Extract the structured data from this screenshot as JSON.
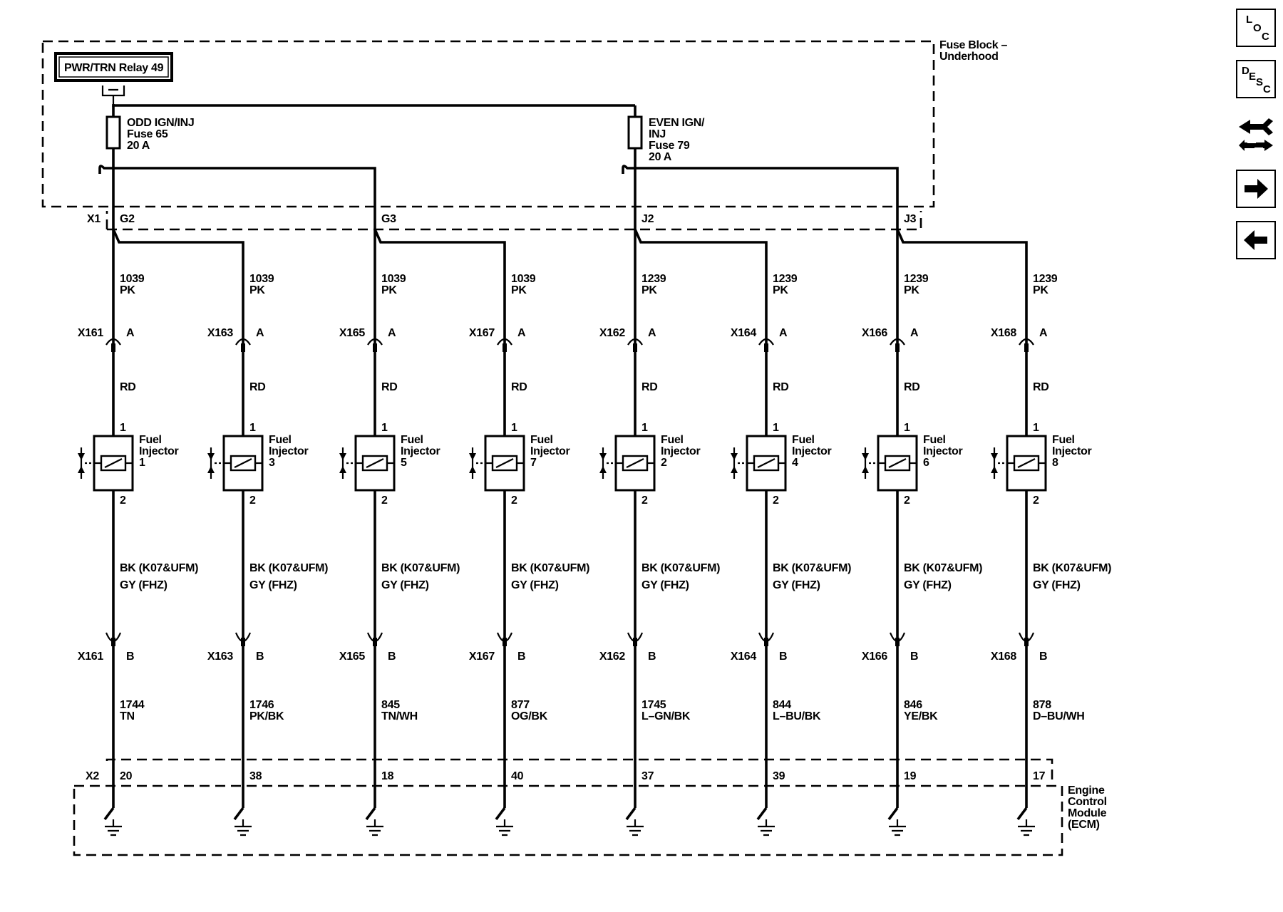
{
  "fuse_block": {
    "title_line1": "Fuse Block –",
    "title_line2": "Underhood"
  },
  "relay": {
    "label": "PWR/TRN Relay 49"
  },
  "fuses": [
    {
      "lines": [
        "ODD IGN/INJ",
        "Fuse 65",
        "20 A"
      ]
    },
    {
      "lines": [
        "EVEN IGN/",
        "INJ",
        "Fuse 79",
        "20 A"
      ]
    }
  ],
  "connectors": {
    "x1": "X1",
    "x2": "X2"
  },
  "x1_pins": [
    "G2",
    "G3",
    "J2",
    "J3"
  ],
  "ecm": {
    "lines": [
      "Engine",
      "Control",
      "Module",
      "(ECM)"
    ]
  },
  "injectors": [
    {
      "feed_circuit": "1039",
      "feed_color": "PK",
      "conn_a": "X161",
      "pin_a": "A",
      "wire_mid": "RD",
      "pin1": "1",
      "label": [
        "Fuel",
        "Injector",
        "1"
      ],
      "pin2": "2",
      "ret_color_1": "BK (K07&UFM)",
      "ret_color_2": "GY (FHZ)",
      "conn_b": "X161",
      "pin_b": "B",
      "ret_circuit": "1744",
      "ret_color": "TN",
      "ecm_pin": "20"
    },
    {
      "feed_circuit": "1039",
      "feed_color": "PK",
      "conn_a": "X163",
      "pin_a": "A",
      "wire_mid": "RD",
      "pin1": "1",
      "label": [
        "Fuel",
        "Injector",
        "3"
      ],
      "pin2": "2",
      "ret_color_1": "BK (K07&UFM)",
      "ret_color_2": "GY (FHZ)",
      "conn_b": "X163",
      "pin_b": "B",
      "ret_circuit": "1746",
      "ret_color": "PK/BK",
      "ecm_pin": "38"
    },
    {
      "feed_circuit": "1039",
      "feed_color": "PK",
      "conn_a": "X165",
      "pin_a": "A",
      "wire_mid": "RD",
      "pin1": "1",
      "label": [
        "Fuel",
        "Injector",
        "5"
      ],
      "pin2": "2",
      "ret_color_1": "BK (K07&UFM)",
      "ret_color_2": "GY (FHZ)",
      "conn_b": "X165",
      "pin_b": "B",
      "ret_circuit": "845",
      "ret_color": "TN/WH",
      "ecm_pin": "18"
    },
    {
      "feed_circuit": "1039",
      "feed_color": "PK",
      "conn_a": "X167",
      "pin_a": "A",
      "wire_mid": "RD",
      "pin1": "1",
      "label": [
        "Fuel",
        "Injector",
        "7"
      ],
      "pin2": "2",
      "ret_color_1": "BK (K07&UFM)",
      "ret_color_2": "GY (FHZ)",
      "conn_b": "X167",
      "pin_b": "B",
      "ret_circuit": "877",
      "ret_color": "OG/BK",
      "ecm_pin": "40"
    },
    {
      "feed_circuit": "1239",
      "feed_color": "PK",
      "conn_a": "X162",
      "pin_a": "A",
      "wire_mid": "RD",
      "pin1": "1",
      "label": [
        "Fuel",
        "Injector",
        "2"
      ],
      "pin2": "2",
      "ret_color_1": "BK (K07&UFM)",
      "ret_color_2": "GY (FHZ)",
      "conn_b": "X162",
      "pin_b": "B",
      "ret_circuit": "1745",
      "ret_color": "L–GN/BK",
      "ecm_pin": "37"
    },
    {
      "feed_circuit": "1239",
      "feed_color": "PK",
      "conn_a": "X164",
      "pin_a": "A",
      "wire_mid": "RD",
      "pin1": "1",
      "label": [
        "Fuel",
        "Injector",
        "4"
      ],
      "pin2": "2",
      "ret_color_1": "BK (K07&UFM)",
      "ret_color_2": "GY (FHZ)",
      "conn_b": "X164",
      "pin_b": "B",
      "ret_circuit": "844",
      "ret_color": "L–BU/BK",
      "ecm_pin": "39"
    },
    {
      "feed_circuit": "1239",
      "feed_color": "PK",
      "conn_a": "X166",
      "pin_a": "A",
      "wire_mid": "RD",
      "pin1": "1",
      "label": [
        "Fuel",
        "Injector",
        "6"
      ],
      "pin2": "2",
      "ret_color_1": "BK (K07&UFM)",
      "ret_color_2": "GY (FHZ)",
      "conn_b": "X166",
      "pin_b": "B",
      "ret_circuit": "846",
      "ret_color": "YE/BK",
      "ecm_pin": "19"
    },
    {
      "feed_circuit": "1239",
      "feed_color": "PK",
      "conn_a": "X168",
      "pin_a": "A",
      "wire_mid": "RD",
      "pin1": "1",
      "label": [
        "Fuel",
        "Injector",
        "8"
      ],
      "pin2": "2",
      "ret_color_1": "BK (K07&UFM)",
      "ret_color_2": "GY (FHZ)",
      "conn_b": "X168",
      "pin_b": "B",
      "ret_circuit": "878",
      "ret_color": "D–BU/WH",
      "ecm_pin": "17"
    }
  ],
  "nav": {
    "loc": [
      "L",
      "O",
      "C"
    ],
    "desc": [
      "D",
      "E",
      "S",
      "C"
    ],
    "icons": [
      "connector-swap-icon",
      "arrow-right-icon",
      "arrow-left-icon"
    ]
  }
}
